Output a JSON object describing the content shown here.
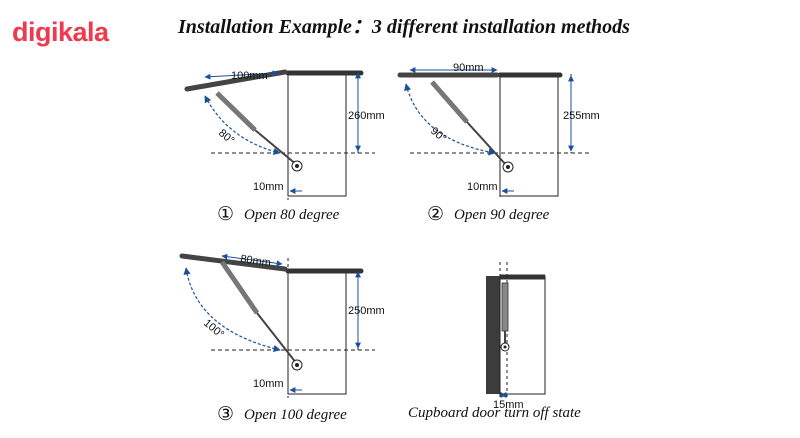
{
  "brand": {
    "logo_text": "digikala"
  },
  "title": "Installation Example：3 different installation methods",
  "diagrams": [
    {
      "number": "①",
      "caption": "Open 80 degree",
      "horizontal": "100mm",
      "vertical": "260mm",
      "angle": "80°",
      "offset": "10mm"
    },
    {
      "number": "②",
      "caption": "Open 90 degree",
      "horizontal": "90mm",
      "vertical": "255mm",
      "angle": "90°",
      "offset": "10mm"
    },
    {
      "number": "③",
      "caption": "Open 100 degree",
      "horizontal": "80mm",
      "vertical": "250mm",
      "angle": "100°",
      "offset": "10mm"
    },
    {
      "caption": "Cupboard door turn off state",
      "offset": "15mm"
    }
  ]
}
